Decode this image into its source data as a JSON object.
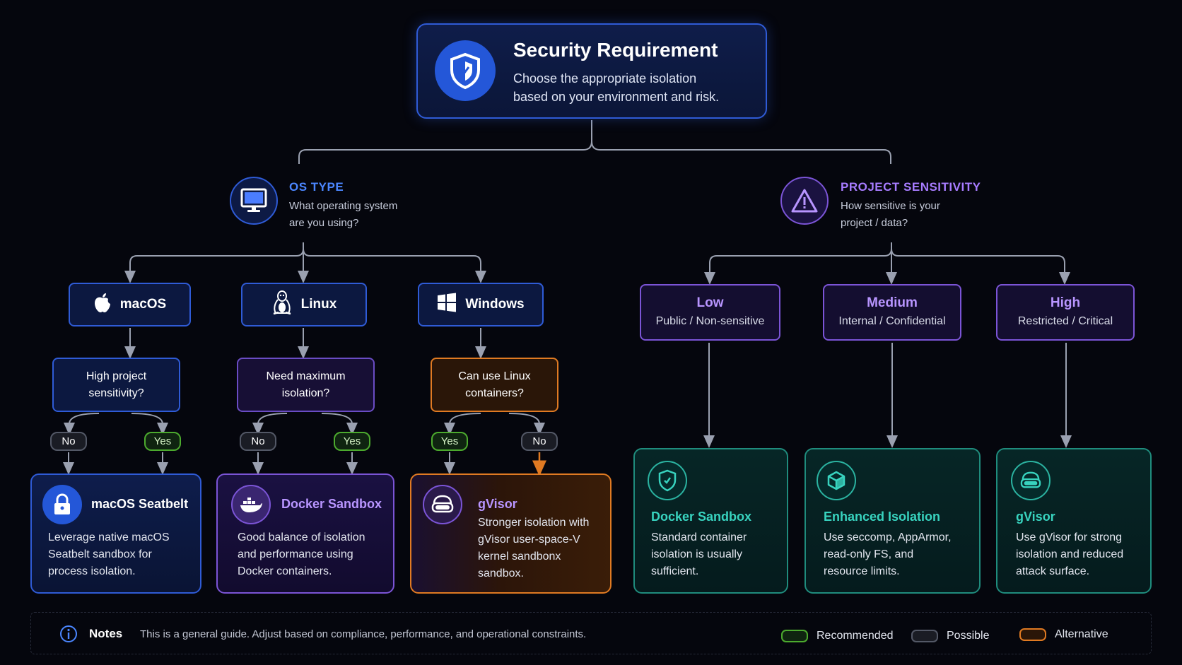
{
  "header": {
    "title": "Security Requirement",
    "subtitle_line1": "Choose the appropriate isolation",
    "subtitle_line2": "based on your environment and risk."
  },
  "os_section": {
    "title": "OS TYPE",
    "desc_line1": "What operating system",
    "desc_line2": "are you using?"
  },
  "sens_section": {
    "title": "PROJECT SENSITIVITY",
    "desc_line1": "How sensitive is your",
    "desc_line2": "project / data?"
  },
  "os_options": [
    {
      "label": "macOS",
      "icon": "apple-icon"
    },
    {
      "label": "Linux",
      "icon": "penguin-icon"
    },
    {
      "label": "Windows",
      "icon": "windows-icon"
    }
  ],
  "questions": [
    {
      "line1": "High project",
      "line2": "sensitivity?"
    },
    {
      "line1": "Need maximum",
      "line2": "isolation?"
    },
    {
      "line1": "Can use Linux",
      "line2": "containers?"
    }
  ],
  "answers": {
    "no": "No",
    "yes": "Yes"
  },
  "os_results": [
    {
      "title": "macOS Seatbelt",
      "lines": [
        "Leverage native macOS",
        "Seatbelt sandbox for",
        "process isolation."
      ],
      "icon": "lock-icon"
    },
    {
      "title": "Docker Sandbox",
      "lines": [
        "Good balance of isolation",
        "and performance using",
        "Docker containers."
      ],
      "icon": "docker-whale-icon"
    },
    {
      "title": "gVisor",
      "lines": [
        "Stronger isolation with",
        "gVisor user-space-V",
        "kernel sandbonx",
        "sandbox."
      ],
      "icon": "goggles-icon"
    }
  ],
  "sensitivity_levels": [
    {
      "level": "Low",
      "desc": "Public / Non-sensitive"
    },
    {
      "level": "Medium",
      "desc": "Internal / Confidential"
    },
    {
      "level": "High",
      "desc": "Restricted / Critical"
    }
  ],
  "sens_results": [
    {
      "title": "Docker Sandbox",
      "lines": [
        "Standard container",
        "isolation is usually",
        "sufficient."
      ],
      "icon": "shield-icon"
    },
    {
      "title": "Enhanced Isolation",
      "lines": [
        "Use seccomp, AppArmor,",
        "read-only FS, and",
        "resource limits."
      ],
      "icon": "cube-icon"
    },
    {
      "title": "gVisor",
      "lines": [
        "Use gVisor for strong",
        "isolation and reduced",
        "attack surface."
      ],
      "icon": "goggles-icon"
    }
  ],
  "notes": {
    "label": "Notes",
    "text": "This is a general guide. Adjust based on compliance, performance, and operational constraints."
  },
  "legend": [
    {
      "label": "Recommended",
      "color": "#4caa2e"
    },
    {
      "label": "Possible",
      "color": "#535866"
    },
    {
      "label": "Alternative",
      "color": "#e07a22"
    }
  ],
  "colors": {
    "blue": "#2f5bd6",
    "purple": "#7b54d6",
    "orange": "#e07a22",
    "teal": "#1f8c7d",
    "green": "#4caa2e"
  }
}
